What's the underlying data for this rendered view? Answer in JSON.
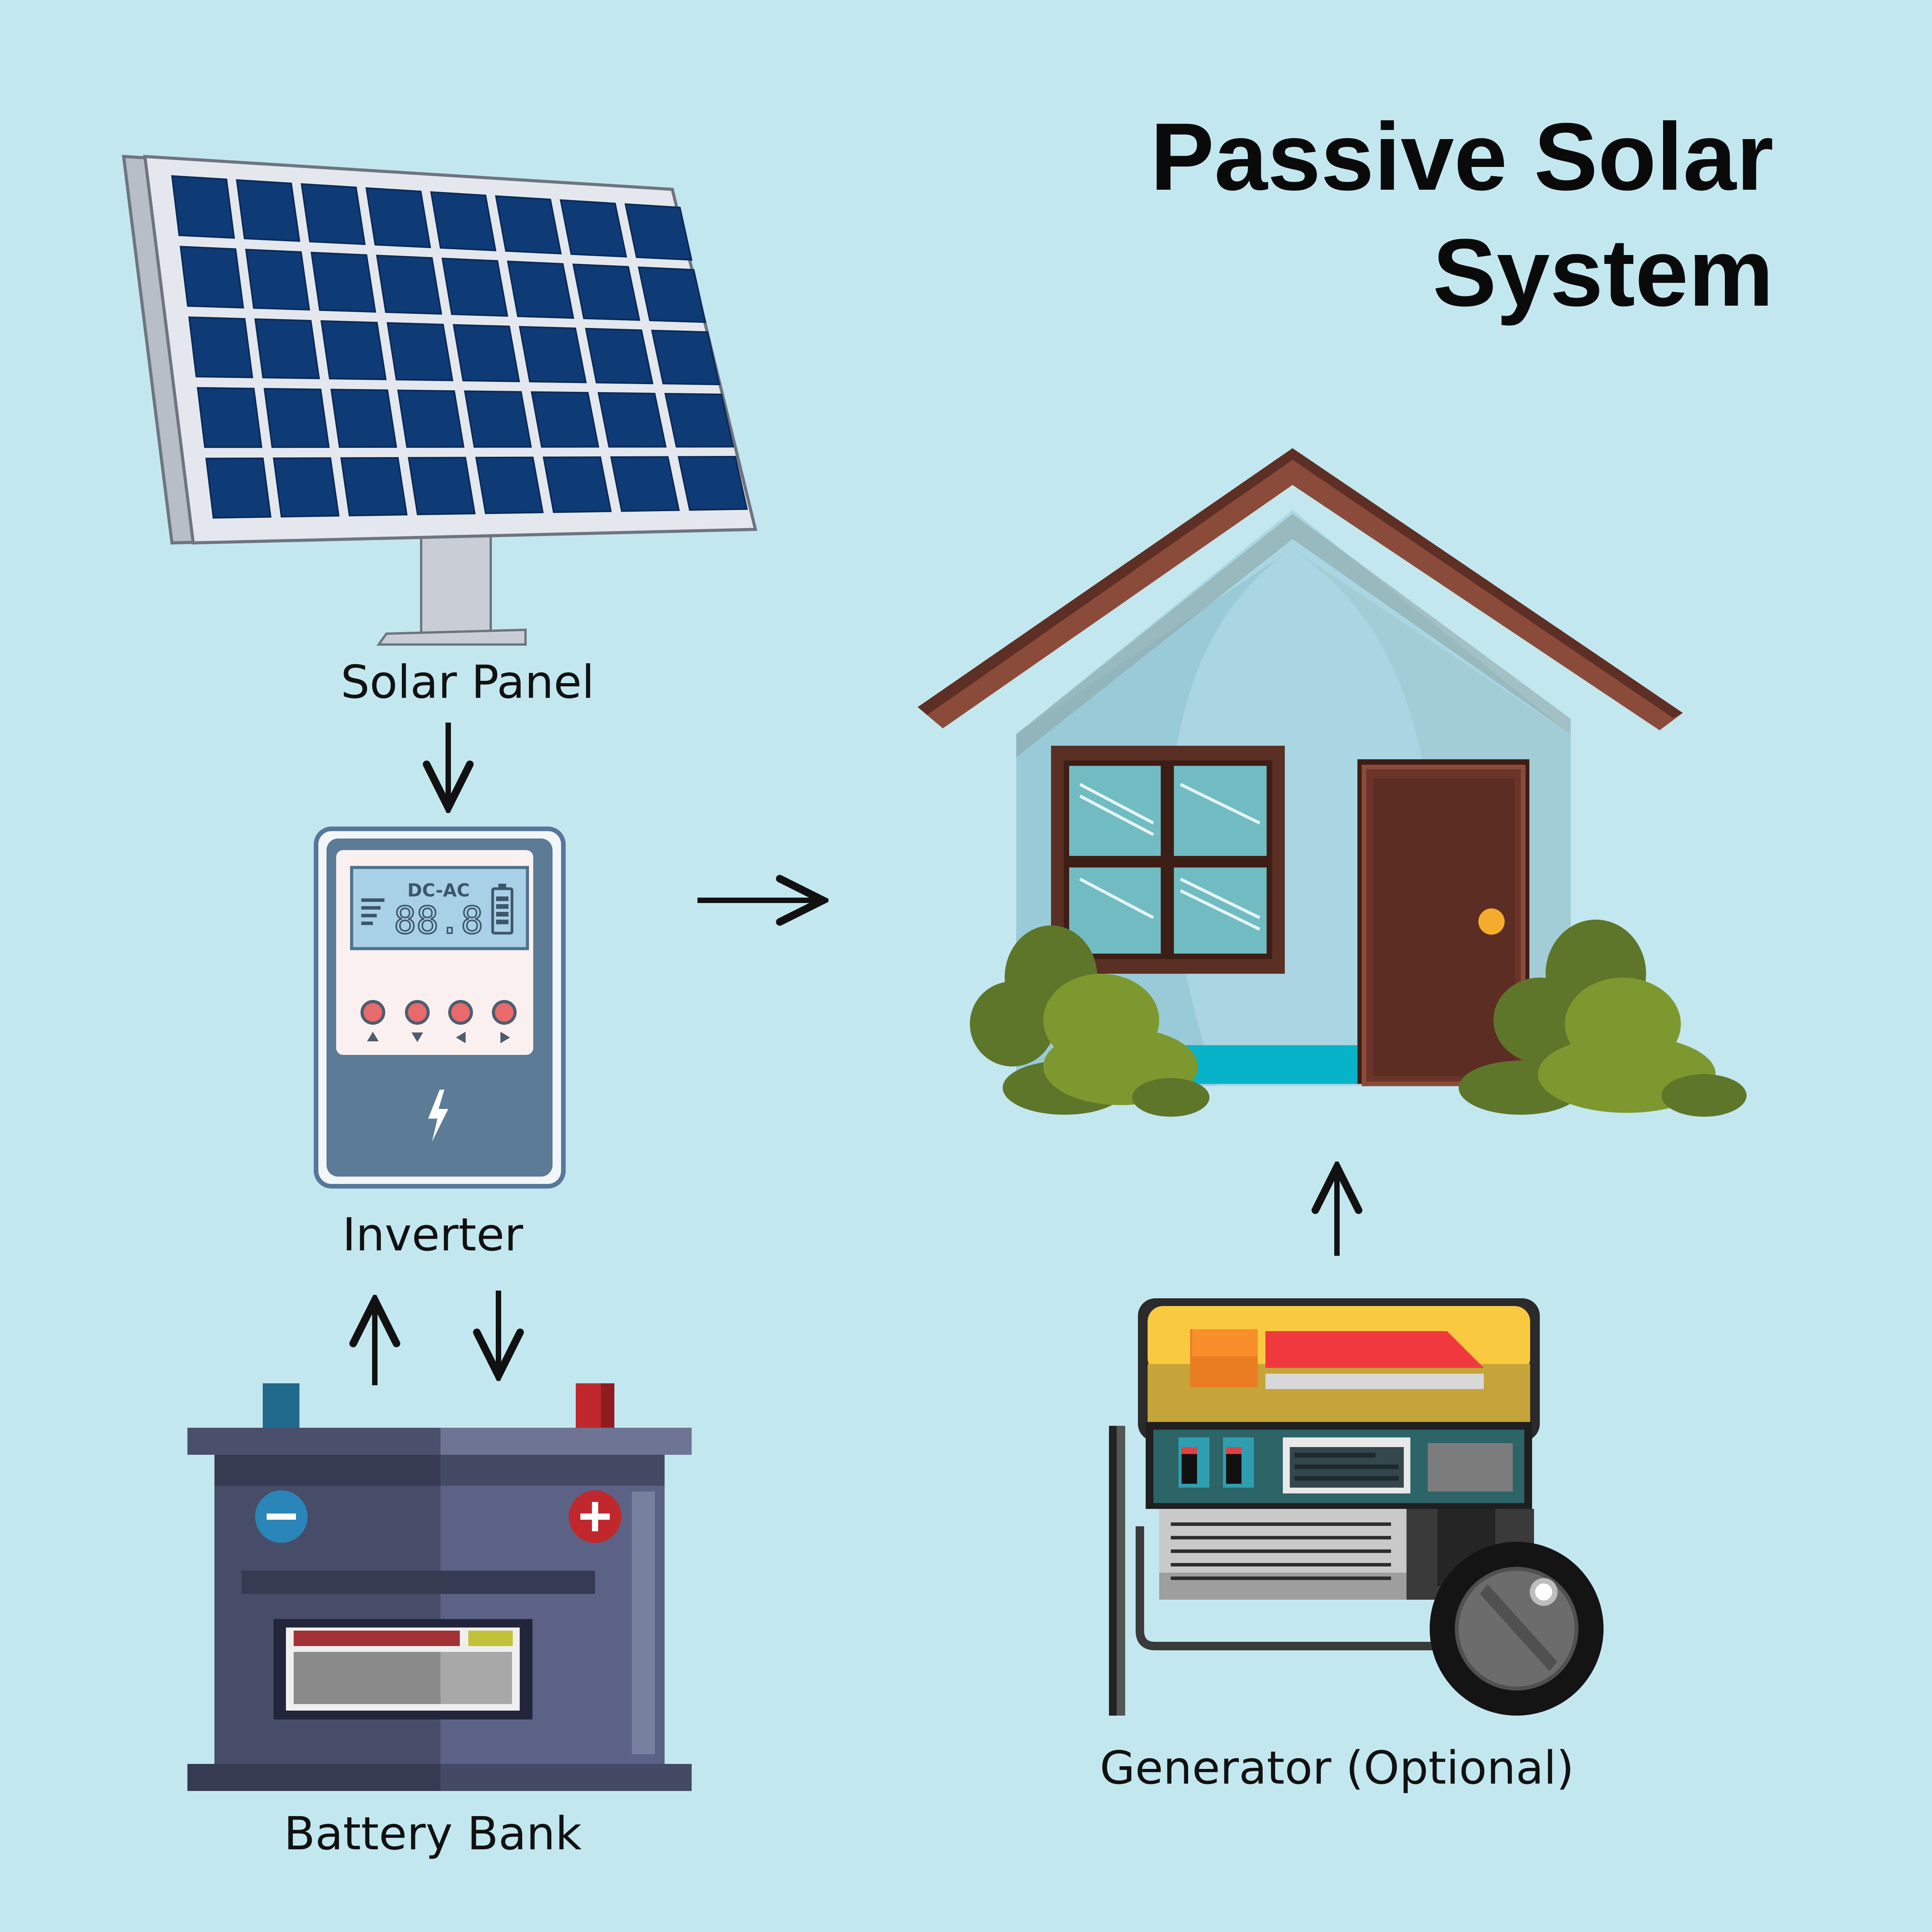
{
  "title": {
    "line1": "Passive Solar",
    "line2": "System"
  },
  "components": {
    "solar_panel": "Solar Panel",
    "inverter": "Inverter",
    "battery_bank": "Battery Bank",
    "generator": "Generator (Optional)"
  },
  "inverter_display": {
    "mode": "DC-AC",
    "reading": "88.8"
  },
  "colors": {
    "background": "#c3e7ee",
    "panel_cell": "#0e3a75",
    "roof": "#8b4b3a",
    "house_wall": "#a9d6e2",
    "bush": "#7d982f",
    "battery": "#4a506c",
    "generator_top": "#f9c940"
  }
}
